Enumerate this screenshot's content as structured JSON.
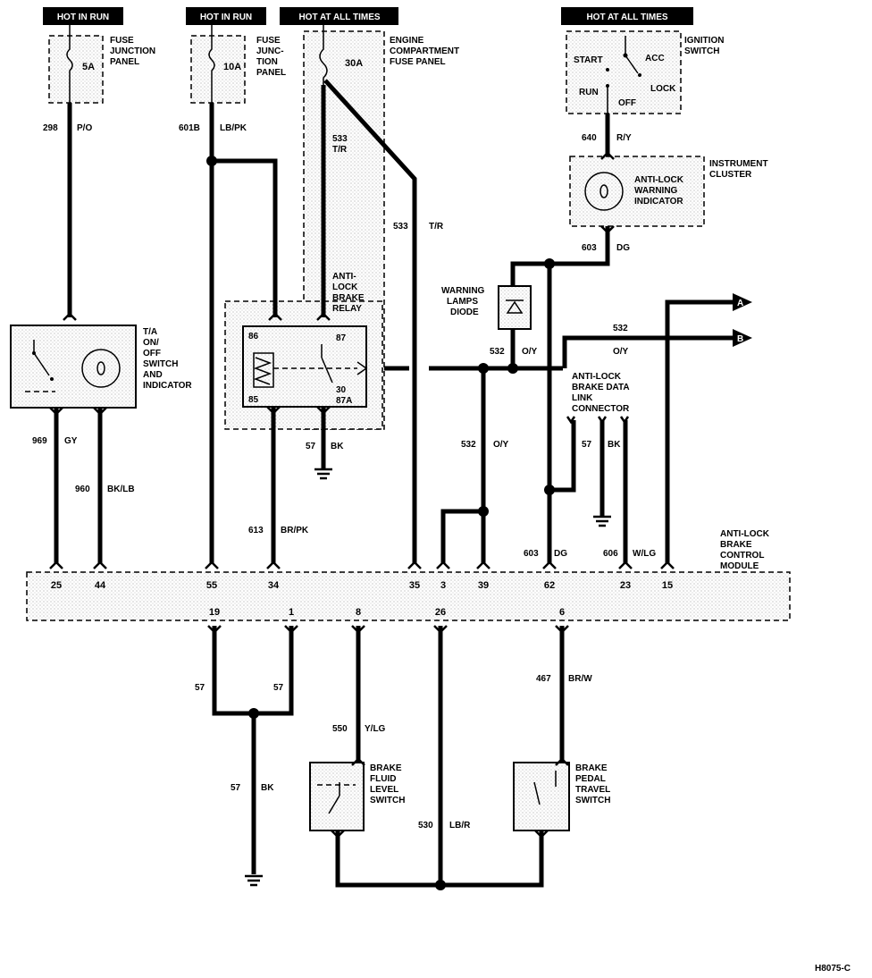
{
  "hot_labels": {
    "hot_in_run_1": "HOT IN RUN",
    "hot_in_run_2": "HOT IN RUN",
    "hot_at_all_times_1": "HOT AT ALL TIMES",
    "hot_at_all_times_2": "HOT AT ALL TIMES"
  },
  "fuses": {
    "f1_rating": "5A",
    "f1_panel": [
      "FUSE",
      "JUNCTION",
      "PANEL"
    ],
    "f2_rating": "10A",
    "f2_panel": [
      "FUSE",
      "JUNC-",
      "TION",
      "PANEL"
    ],
    "f3_rating": "30A",
    "f3_panel": [
      "ENGINE",
      "COMPARTMENT",
      "FUSE PANEL"
    ]
  },
  "components": {
    "ignition_switch": [
      "IGNITION",
      "SWITCH"
    ],
    "ign_start": "START",
    "ign_acc": "ACC",
    "ign_run": "RUN",
    "ign_off": "OFF",
    "ign_lock": "LOCK",
    "instrument_cluster": [
      "INSTRUMENT",
      "CLUSTER"
    ],
    "warning_indicator": [
      "ANTI-LOCK",
      "WARNING",
      "INDICATOR"
    ],
    "warning_diode": [
      "WARNING",
      "LAMPS",
      "DIODE"
    ],
    "abs_relay": [
      "ANTI-",
      "LOCK",
      "BRAKE",
      "RELAY"
    ],
    "relay_86": "86",
    "relay_85": "85",
    "relay_87": "87",
    "relay_30": "30",
    "relay_87a": "87A",
    "ta_switch": [
      "T/A",
      "ON/",
      "OFF",
      "SWITCH",
      "AND",
      "INDICATOR"
    ],
    "data_link": [
      "ANTI-LOCK",
      "BRAKE DATA",
      "LINK",
      "CONNECTOR"
    ],
    "control_module": [
      "ANTI-LOCK",
      "BRAKE",
      "CONTROL",
      "MODULE"
    ],
    "fluid_level_switch": [
      "BRAKE",
      "FLUID",
      "LEVEL",
      "SWITCH"
    ],
    "pedal_travel_switch": [
      "BRAKE",
      "PEDAL",
      "TRAVEL",
      "SWITCH"
    ],
    "arrow_a": "A",
    "arrow_b": "B"
  },
  "wires": {
    "w298": "298",
    "w298c": "P/O",
    "w601": "601B",
    "w601c": "LB/PK",
    "w533a": "533",
    "w533ac": "T/R",
    "w533b": "533",
    "w533bc": "T/R",
    "w640": "640",
    "w640c": "R/Y",
    "w603a": "603",
    "w603ac": "DG",
    "w532a": "532",
    "w532ac": "O/Y",
    "w532b": "532",
    "w532bc": "O/Y",
    "w532c": "532",
    "w532cc": "O/Y",
    "w57a": "57",
    "w57ac": "BK",
    "w57b": "57",
    "w57bc": "BK",
    "w969": "969",
    "w969c": "GY",
    "w960": "960",
    "w960c": "BK/LB",
    "w613": "613",
    "w613c": "BR/PK",
    "w603b": "603",
    "w603bc": "DG",
    "w606": "606",
    "w606c": "W/LG",
    "w57c": "57",
    "w57d": "57",
    "w57e": "57",
    "w57ec": "BK",
    "w550": "550",
    "w550c": "Y/LG",
    "w530": "530",
    "w530c": "LB/R",
    "w467": "467",
    "w467c": "BR/W"
  },
  "pins_top": [
    "25",
    "44",
    "55",
    "34",
    "35",
    "3",
    "39",
    "62",
    "23",
    "15"
  ],
  "pins_bottom": [
    "19",
    "1",
    "8",
    "26",
    "6"
  ],
  "figure_id": "H8075-C"
}
